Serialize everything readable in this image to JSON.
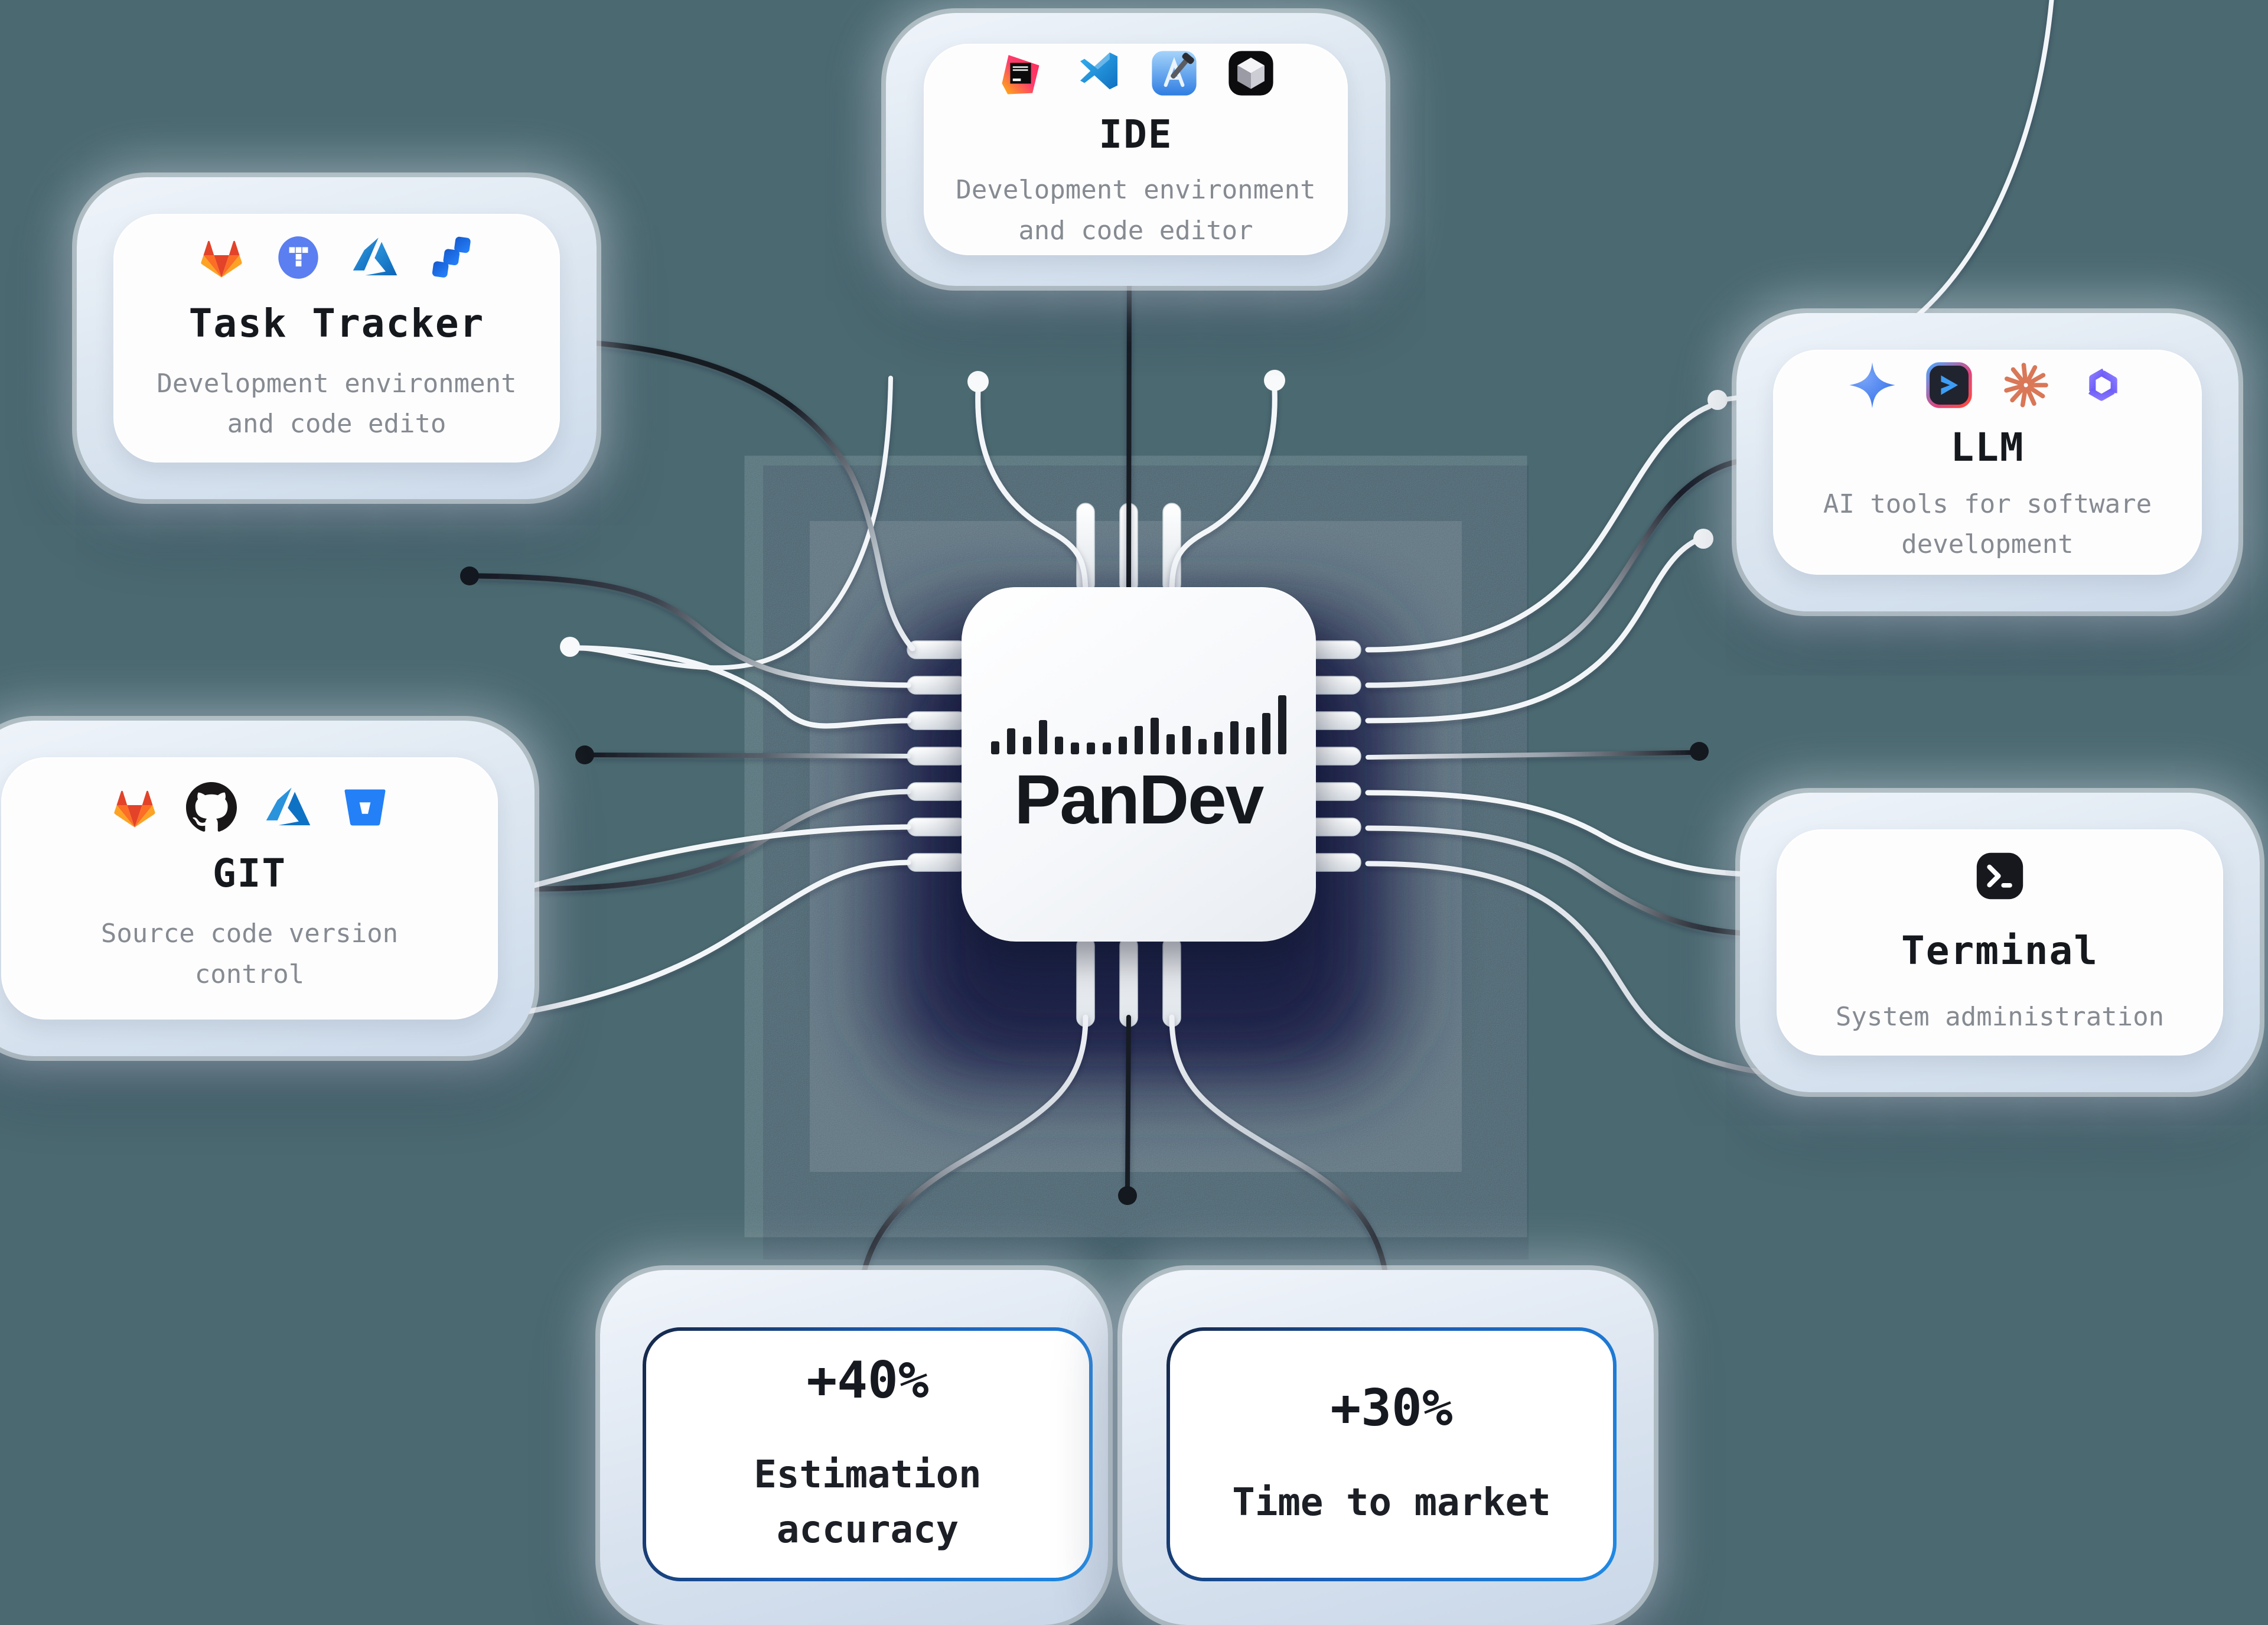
{
  "diagram_title": "PanDev integrations diagram",
  "chip": {
    "brand": "PanDev",
    "logo_bars": [
      22,
      44,
      30,
      58,
      30,
      20,
      20,
      20,
      30,
      48,
      62,
      34,
      48,
      26,
      38,
      56,
      46,
      70,
      100
    ]
  },
  "cards": {
    "ide": {
      "title": "IDE",
      "subtitle": "Development environment\nand code editor",
      "icons": [
        "jetbrains",
        "vscode",
        "xcode",
        "cursor"
      ]
    },
    "task_tracker": {
      "title": "Task Tracker",
      "subtitle": "Development environment\nand code edito",
      "icons": [
        "gitlab",
        "yandex-tracker",
        "azure",
        "jira"
      ]
    },
    "llm": {
      "title": "LLM",
      "subtitle": "AI tools for software\ndevelopment",
      "icons": [
        "gemini",
        "code-assistant",
        "claude",
        "gigachat"
      ]
    },
    "git": {
      "title": "GIT",
      "subtitle": "Source code version\ncontrol",
      "icons": [
        "gitlab",
        "github",
        "azure",
        "bitbucket"
      ]
    },
    "terminal": {
      "title": "Terminal",
      "subtitle": "System administration",
      "icons": [
        "terminal"
      ]
    },
    "metric_estimation": {
      "value": "+40%",
      "label": "Estimation\naccuracy"
    },
    "metric_time_to_market": {
      "value": "+30%",
      "label": "Time to market"
    }
  },
  "colors": {
    "background": "#4b6971",
    "card_frame": "#d9e3ef",
    "card_background": "#fdfdfe",
    "title_text": "#15181d",
    "subtitle_text": "#868b92",
    "chip_blob_navy": "#262a52",
    "wire_dark": "#171b24",
    "wire_light": "#f3f6f9",
    "metric_border_start": "#162747",
    "metric_border_end": "#1f8ae6"
  }
}
